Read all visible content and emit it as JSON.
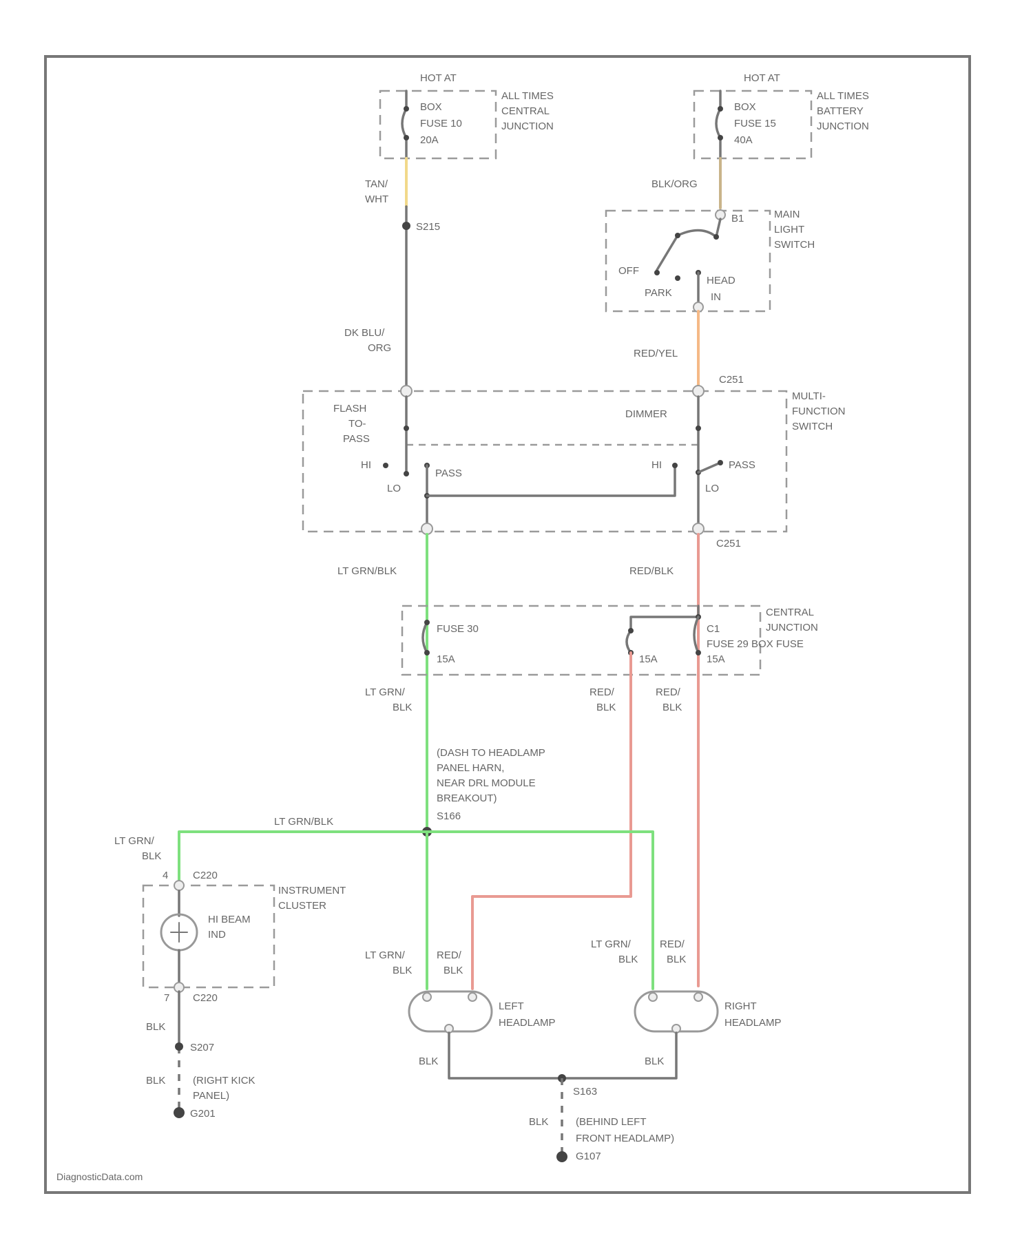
{
  "border_footer": "DiagnosticData.com",
  "left_fuse": {
    "hot_at": "HOT AT",
    "lines": [
      "BOX",
      "FUSE 10",
      "20A"
    ],
    "note": [
      "ALL TIMES",
      "CENTRAL",
      "JUNCTION"
    ]
  },
  "right_fuse": {
    "hot_at": "HOT AT",
    "lines": [
      "BOX",
      "FUSE 15",
      "40A"
    ],
    "note": [
      "ALL TIMES",
      "BATTERY",
      "JUNCTION"
    ]
  },
  "wires": {
    "tan_wht": [
      "TAN/",
      "WHT"
    ],
    "s_left": "S215",
    "dk_blu_org": [
      "DK BLU/",
      "ORG"
    ],
    "blk_org": "BLK/ORG",
    "red_yel": "RED/YEL",
    "lt_grn_blk_top": "LT GRN/BLK",
    "red_blk_top": "RED/BLK",
    "lt_grn_blk_mid": [
      "LT GRN/",
      "BLK"
    ],
    "red_blk_mid_a": [
      "RED/",
      "BLK"
    ],
    "red_blk_mid_b": [
      "RED/",
      "BLK"
    ],
    "lt_grn_blk_h": "LT GRN/BLK",
    "lt_grn_blk_left": [
      "LT GRN/",
      "BLK"
    ],
    "lt_grn_blk_lh": [
      "LT GRN/",
      "BLK"
    ],
    "red_blk_lh": [
      "RED/",
      "BLK"
    ],
    "lt_grn_blk_rh": [
      "LT GRN/",
      "BLK"
    ],
    "red_blk_rh": [
      "RED/",
      "BLK"
    ],
    "blk_1": "BLK",
    "blk_2": "BLK",
    "blk_3": "BLK",
    "blk_lh": "BLK",
    "blk_rh": "BLK",
    "blk_bottom": "BLK"
  },
  "main_light_switch": {
    "pin": "B1",
    "label": [
      "MAIN",
      "LIGHT",
      "SWITCH"
    ],
    "off": "OFF",
    "park": "PARK",
    "head": [
      "HEAD",
      "IN"
    ]
  },
  "multifunction": {
    "label": [
      "MULTI-",
      "FUNCTION",
      "SWITCH"
    ],
    "flash": [
      "FLASH",
      "TO-",
      "PASS"
    ],
    "dimmer": "DIMMER",
    "c_top": "C251",
    "c_bottom": "C251",
    "hi_left": "HI",
    "pass_left": "PASS",
    "lo_left": "LO",
    "hi_right": "HI",
    "pass_right": "PASS",
    "lo_right": "LO"
  },
  "central_junction": {
    "label": [
      "CENTRAL",
      "JUNCTION"
    ],
    "fuse_left": "FUSE 30",
    "amp_left": "15A",
    "amp_mid": "15A",
    "c1": "C1",
    "fuse_right": "FUSE 29 BOX FUSE",
    "amp_right": "15A"
  },
  "splice": {
    "note": [
      "(DASH TO HEADLAMP",
      "PANEL HARN,",
      "NEAR DRL MODULE",
      "BREAKOUT)"
    ],
    "id": "S166"
  },
  "cluster": {
    "label": [
      "INSTRUMENT",
      "CLUSTER"
    ],
    "bulb": [
      "HI BEAM",
      "IND"
    ],
    "c_top": "C220",
    "c_bottom": "C220",
    "pin_top": "4",
    "pin_bottom": "7"
  },
  "ground_left": {
    "splice": "S207",
    "note": [
      "(RIGHT KICK",
      "PANEL)"
    ],
    "id": "G201"
  },
  "left_headlamp": [
    "LEFT",
    "HEADLAMP"
  ],
  "right_headlamp": [
    "RIGHT",
    "HEADLAMP"
  ],
  "ground_bottom": {
    "splice": "S163",
    "note": [
      "(BEHIND LEFT",
      "FRONT HEADLAMP)"
    ],
    "id": "G107"
  }
}
